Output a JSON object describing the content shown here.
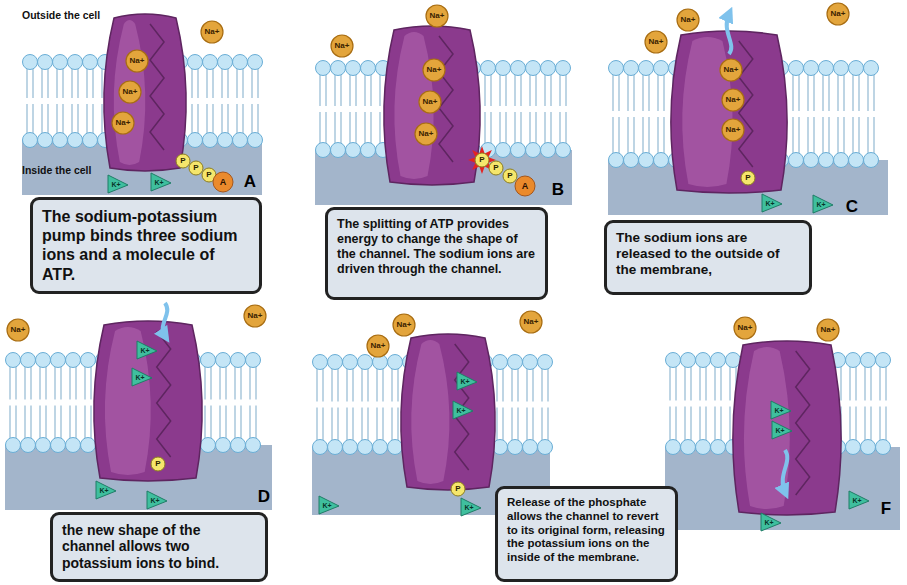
{
  "diagram": {
    "nodes": [
      {
        "text": [
          "The sodium-potassium pump binds three sodium ions and a molecule of ATP."
        ]
      },
      {
        "text": [
          "The splitting of ATP provides energy to change the shape of the channel. The sodium ions are driven through the channel."
        ]
      },
      {
        "text": [
          "The sodium ions are released to the outside of the membrane,"
        ]
      },
      {
        "text": [
          "the new shape of the channel allows two potassium ions to bind."
        ]
      },
      {
        "text": [
          "Release of the phosphate allows the channel to revert to its original form, releasing the potassium ions on the inside of the membrane."
        ]
      }
    ],
    "labels": [
      "Outside the cell",
      "Na+",
      "Na+",
      "Na+",
      "Na+",
      "P",
      "P",
      "P",
      "A",
      "Inside the cell",
      "K+",
      "K+",
      "A",
      "Na+",
      "Na+",
      "Na+",
      "Na+",
      "Na+",
      "P",
      "P",
      "P",
      "A",
      "B",
      "Na+",
      "Na+",
      "Na+",
      "Na+",
      "Na+",
      "Na+",
      "P",
      "K+",
      "K+",
      "C",
      "Na+",
      "Na+",
      "K+",
      "K+",
      "P",
      "K+",
      "K+",
      "D",
      "Na+",
      "Na+",
      "Na+",
      "K+",
      "K+",
      "P",
      "K+",
      "K+",
      "Na+",
      "Na+",
      "K+",
      "K+",
      "K+",
      "K+",
      "F"
    ]
  }
}
